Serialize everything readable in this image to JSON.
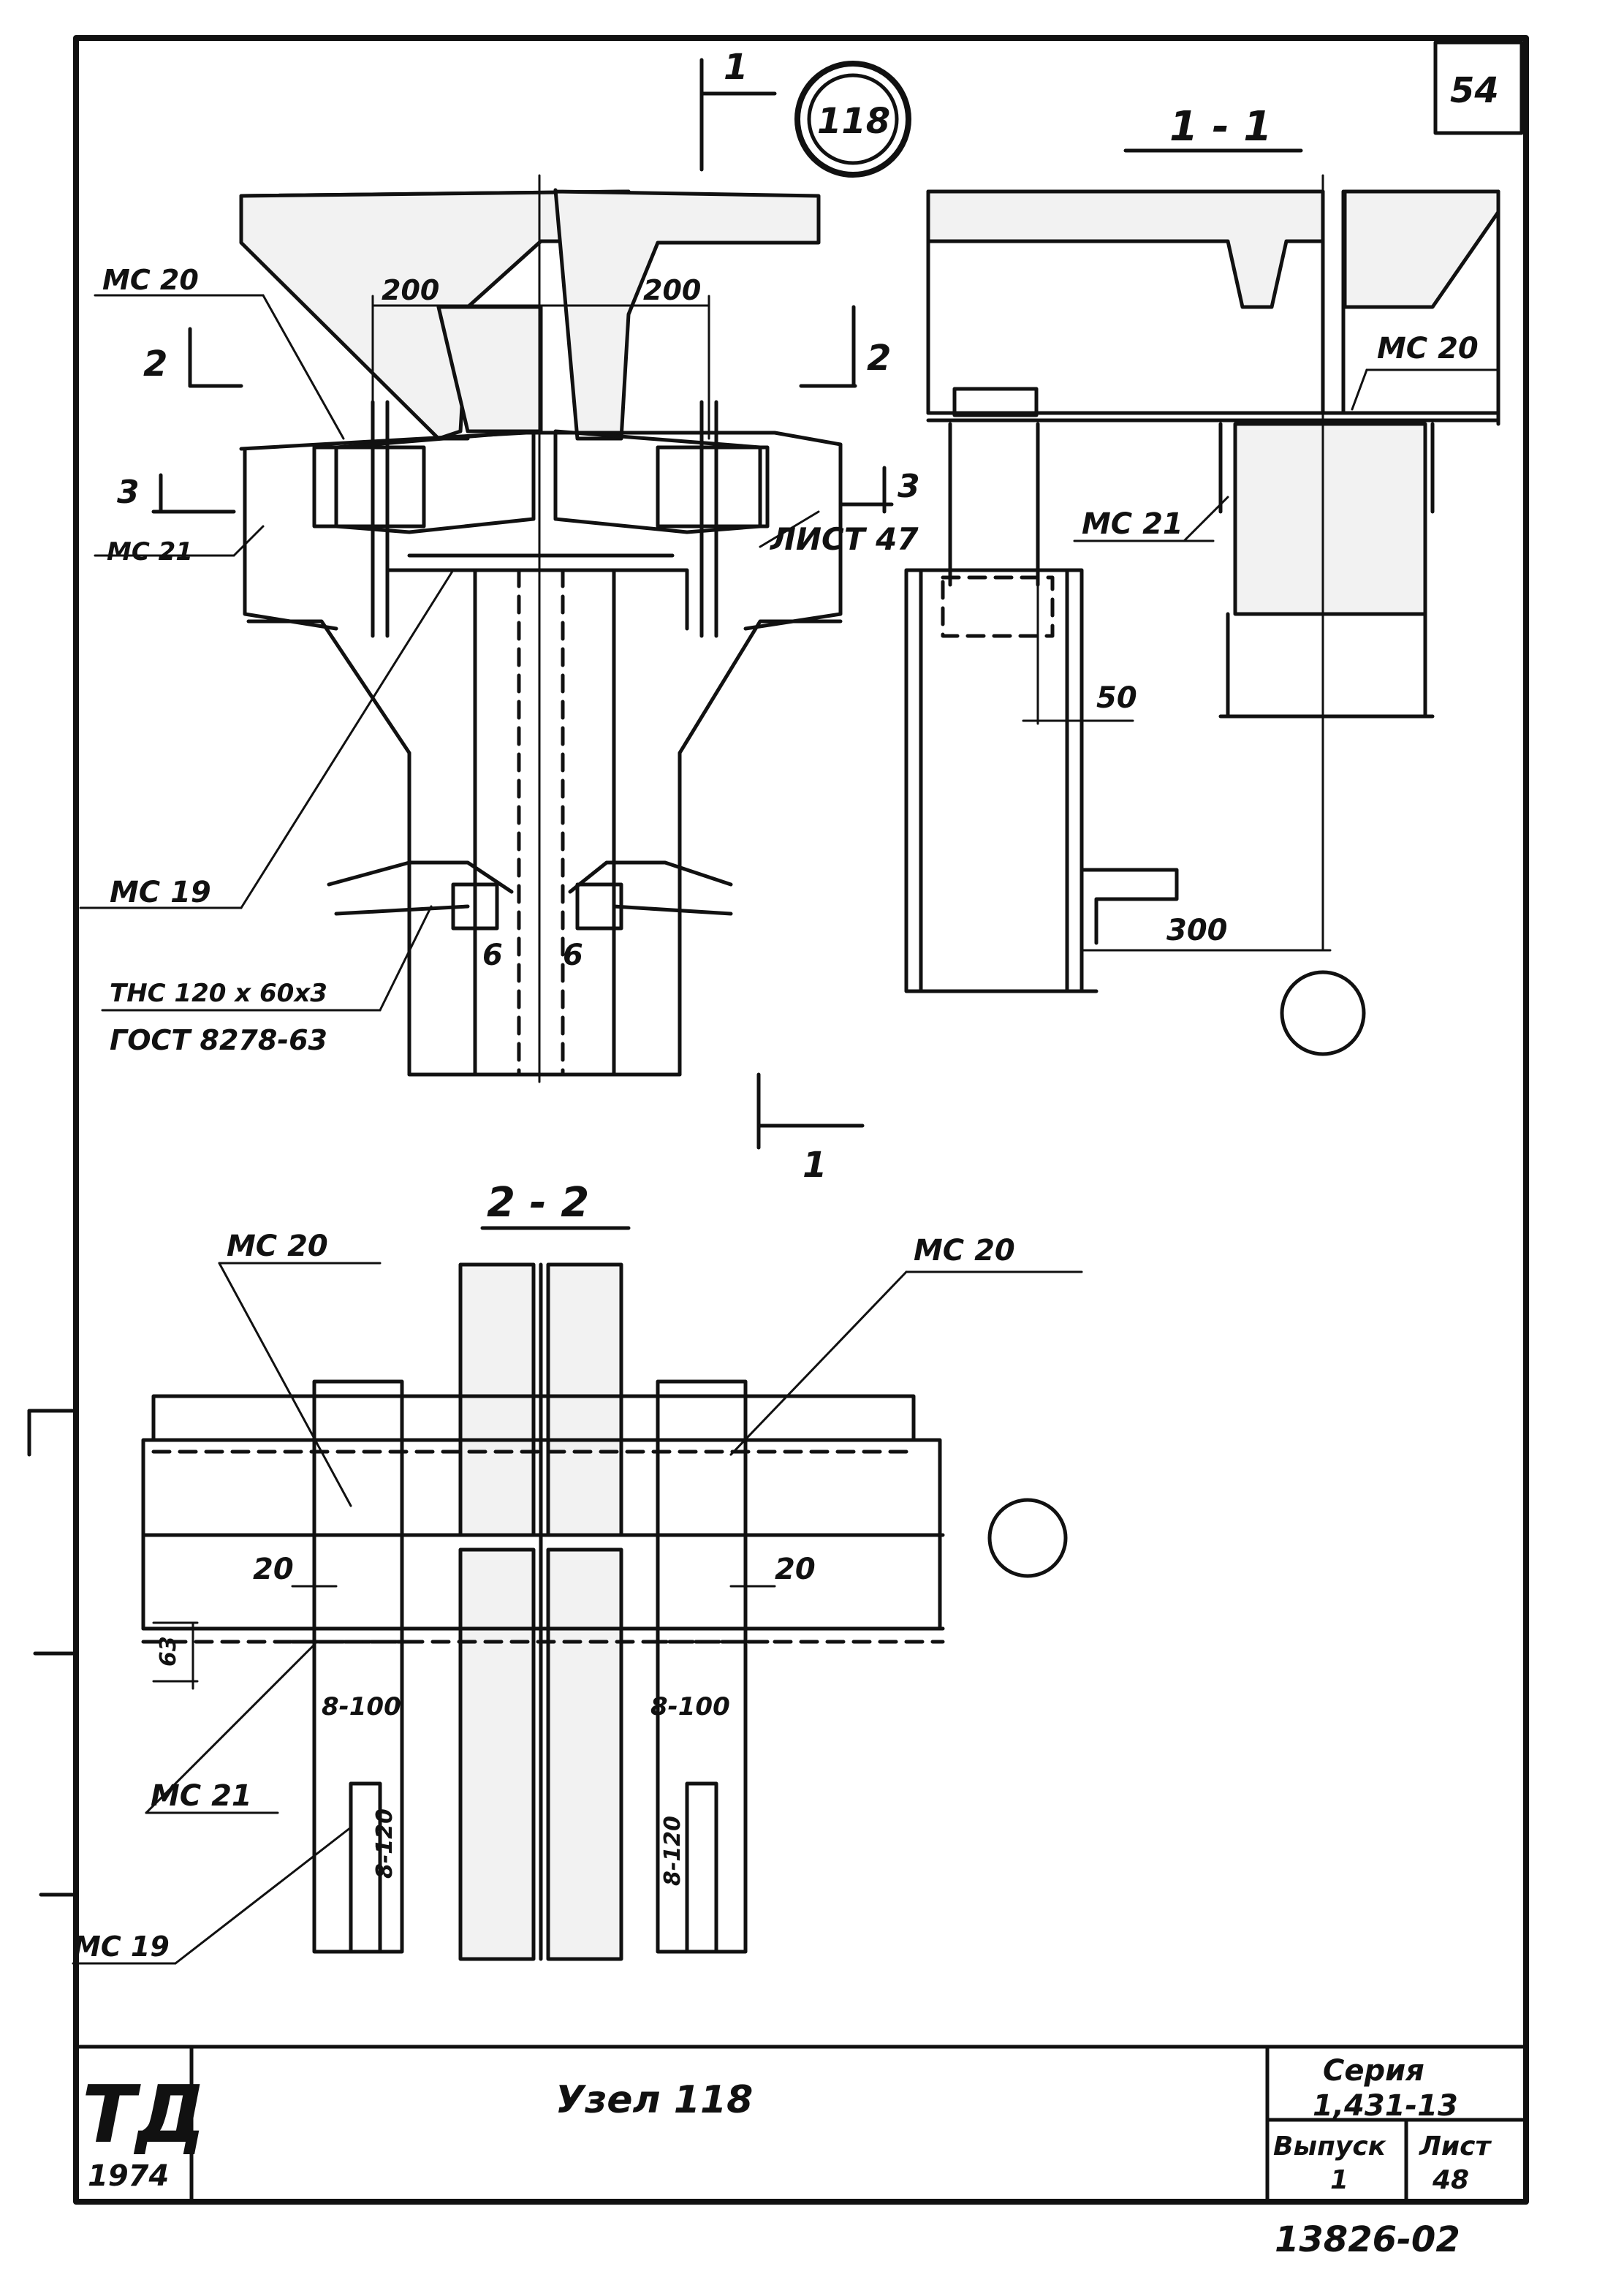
{
  "sheet": {
    "page_number": "54",
    "node_marker": "118",
    "bottom_stamp": "13826-02"
  },
  "section_marks": {
    "s1_top": "1",
    "s1_bottom": "1",
    "s2_left": "2",
    "s2_right": "2",
    "s3_left": "3",
    "s3_right": "3"
  },
  "view_titles": {
    "section_1_1": "1 - 1",
    "section_2_2": "2 - 2"
  },
  "main_view": {
    "dim_left": "200",
    "dim_right": "200",
    "mc20": "MC 20",
    "mc21": "MC 21",
    "mc19": "MC 19",
    "sheet_ref": "ЛИСТ 47",
    "weld_left": "6",
    "weld_right": "6",
    "profile_line1": "ТHC 120 x 60x3",
    "profile_line2": "ГОСТ 8278-63"
  },
  "section_1_1_view": {
    "mc20": "MC 20",
    "mc21": "MC 21",
    "dim_50": "50",
    "dim_300": "300"
  },
  "section_2_2_view": {
    "mc20_left": "MC 20",
    "mc20_right": "MC 20",
    "mc21": "MC 21",
    "mc19": "MC 19",
    "dim_20_left": "20",
    "dim_20_right": "20",
    "dim_63": "63",
    "weld_left": "8-100",
    "weld_right": "8-100",
    "weld_vert_left": "8-120",
    "weld_vert_right": "8-120"
  },
  "title_block": {
    "logo": "ТД",
    "year": "1974",
    "title": "Узел 118",
    "series_label": "Серия",
    "series_value": "1,431-13",
    "issue_label": "Выпуск",
    "issue_value": "1",
    "sheet_label": "Лист",
    "sheet_value": "48"
  }
}
